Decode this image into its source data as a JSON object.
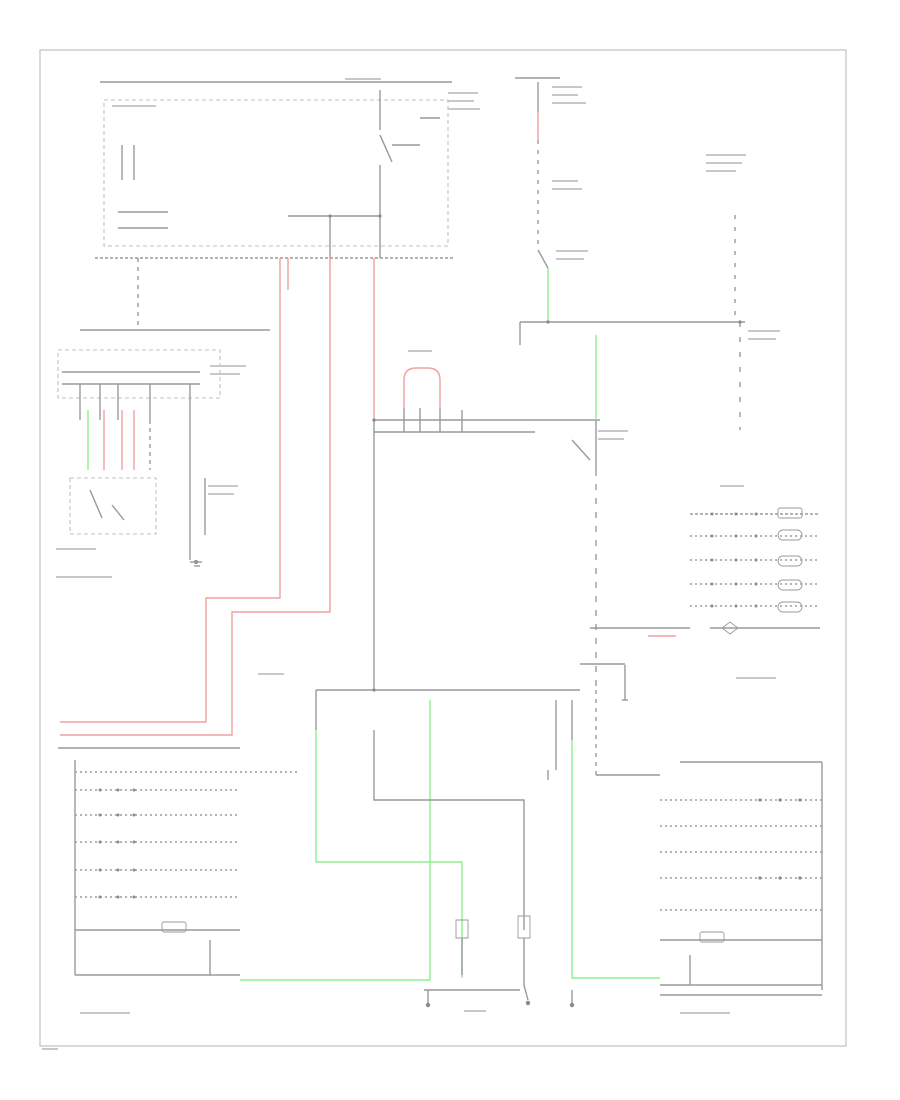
{
  "diagram": {
    "footer_code": "",
    "module_labels": [
      {
        "id": "hot-in-run-fuse",
        "text": ""
      },
      {
        "id": "hot-at-all-times-fuse",
        "text": ""
      },
      {
        "id": "main-relay",
        "text": ""
      },
      {
        "id": "hazard-warning-switch",
        "text": ""
      },
      {
        "id": "combination-light-switch",
        "text": ""
      },
      {
        "id": "interior-fuse-box",
        "text": ""
      },
      {
        "id": "right-front-turn-light",
        "text": ""
      },
      {
        "id": "left-front-turn-light",
        "text": ""
      },
      {
        "id": "right-rear-tail-light",
        "text": ""
      },
      {
        "id": "left-rear-tail-light",
        "text": ""
      },
      {
        "id": "high-mount-brake-light",
        "text": ""
      },
      {
        "id": "ground-points",
        "text": ""
      }
    ]
  }
}
